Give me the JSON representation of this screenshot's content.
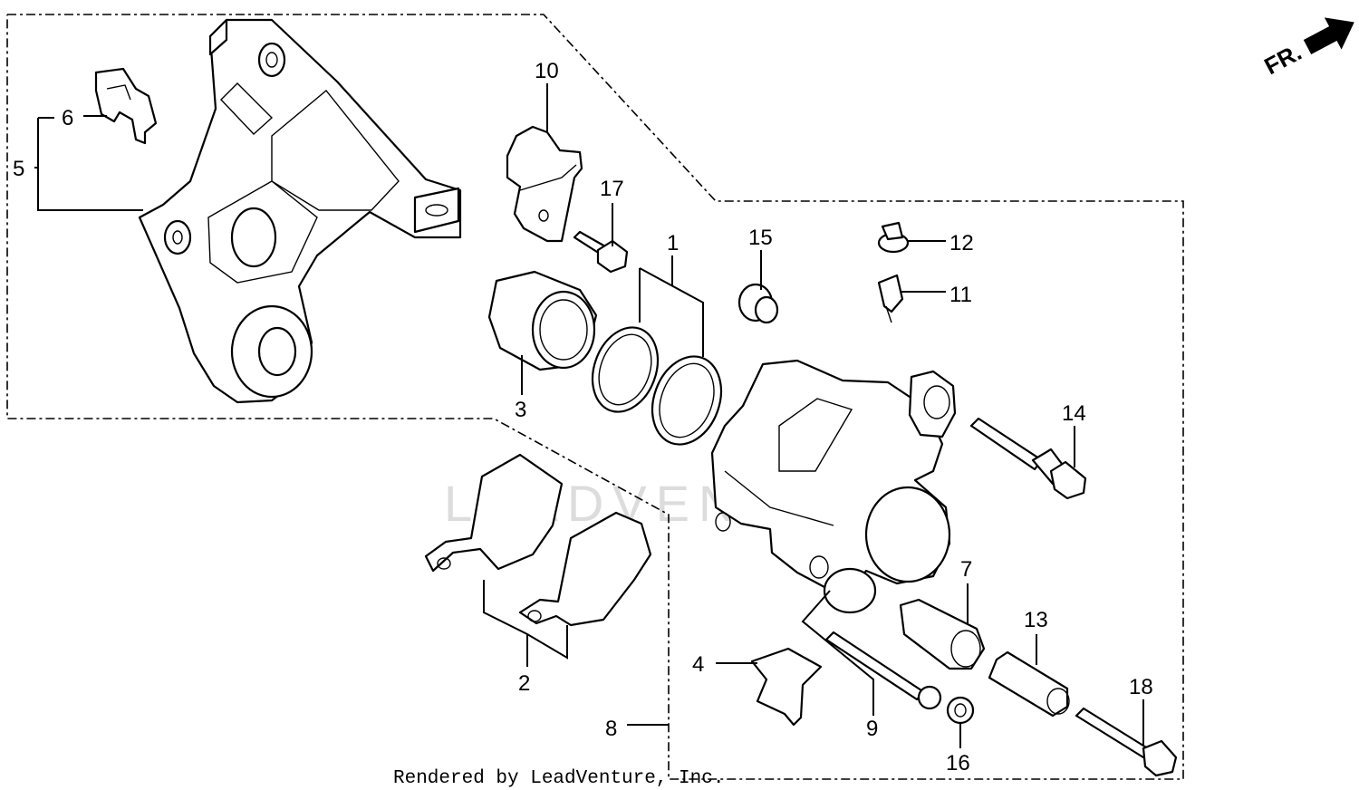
{
  "callouts": {
    "c1": "1",
    "c2": "2",
    "c3": "3",
    "c4": "4",
    "c5": "5",
    "c6": "6",
    "c7": "7",
    "c8": "8",
    "c9": "9",
    "c10": "10",
    "c11": "11",
    "c12": "12",
    "c13": "13",
    "c14": "14",
    "c15": "15",
    "c16": "16",
    "c17": "17",
    "c18": "18"
  },
  "direction_marker": "FR.",
  "watermark": "LEADVENTURE",
  "credit": "Rendered by LeadVenture, Inc."
}
